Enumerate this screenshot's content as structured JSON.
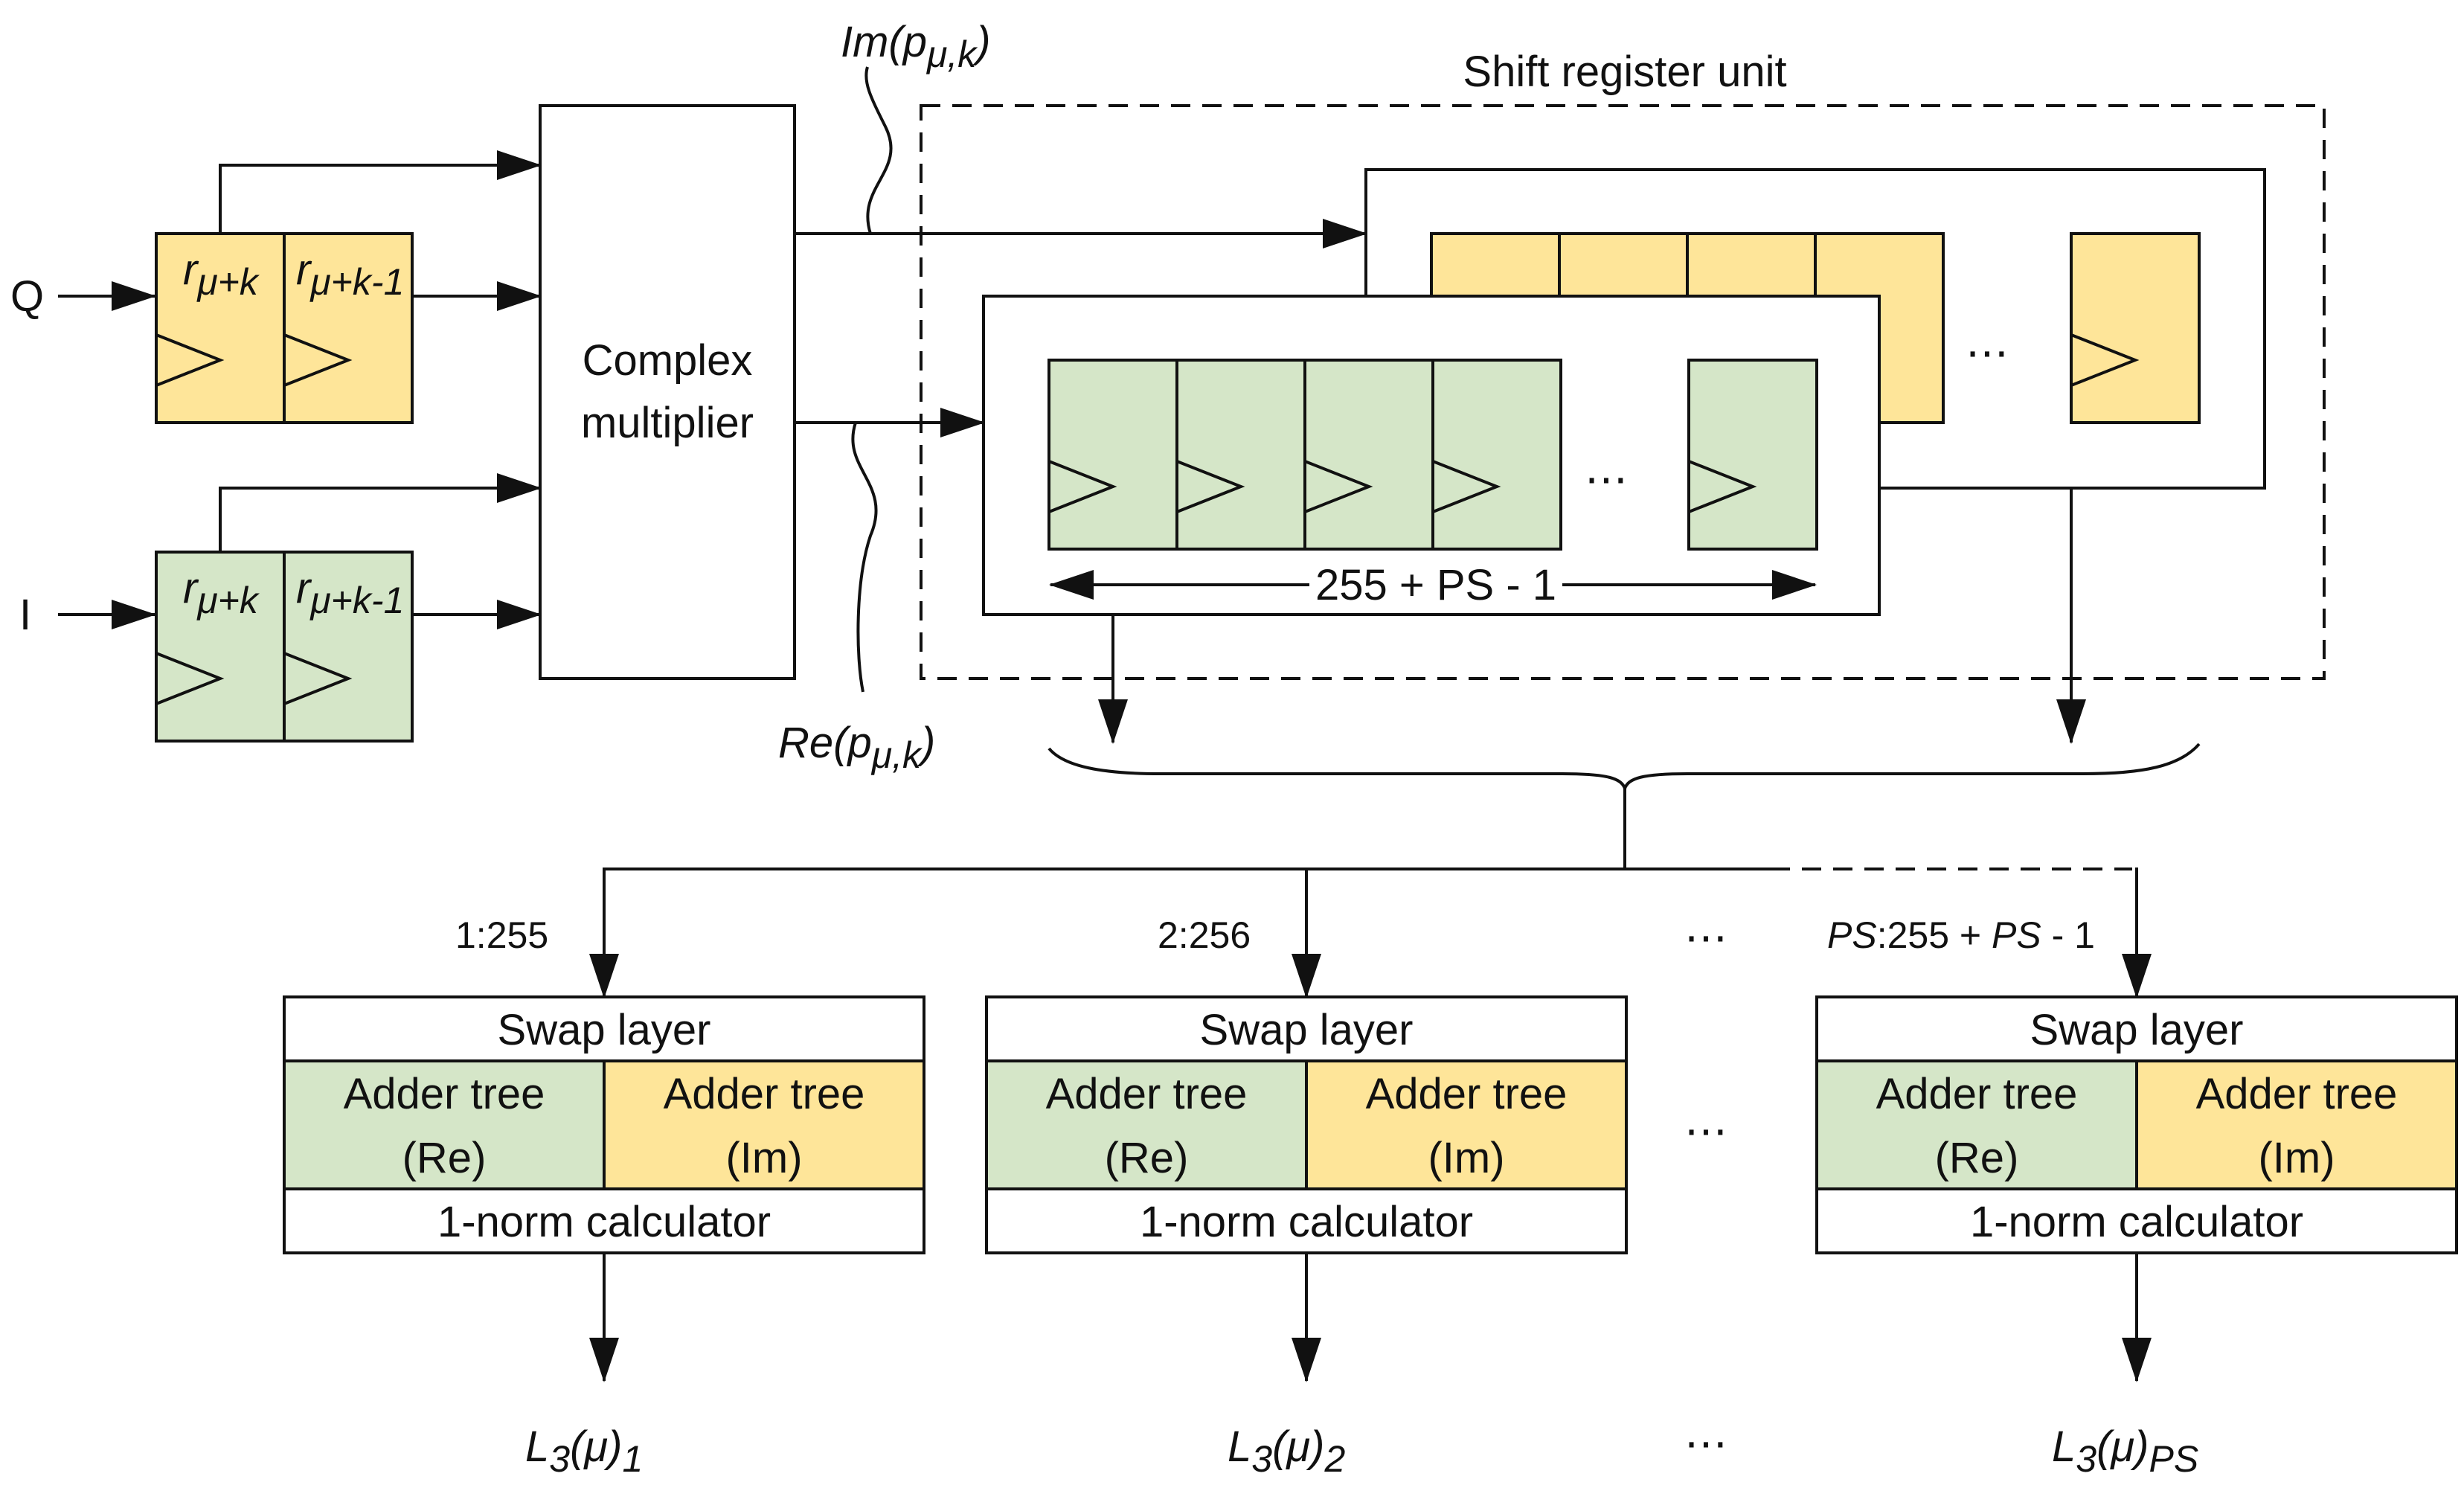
{
  "inputs": {
    "q": "Q",
    "i": "I"
  },
  "registers": {
    "r_main": "r",
    "sub_mu_k": "μ+k",
    "sub_mu_k_1": "μ+k-1"
  },
  "multiplier": {
    "line1": "Complex",
    "line2": "multiplier"
  },
  "signals": {
    "im_prefix": "Im(p",
    "im_sub": "μ,k",
    "im_suffix": ")",
    "re_prefix": "Re(p",
    "re_sub": "μ,k",
    "re_suffix": ")"
  },
  "shift_register": {
    "title": "Shift register unit",
    "length_label": "255 + PS - 1",
    "ellipsis": "⋯"
  },
  "branches": [
    {
      "range_html": "1:255",
      "range_plain": "1:255"
    },
    {
      "range_html": "2:256",
      "range_plain": "2:256"
    },
    {
      "range_ps": "PS",
      "range_mid": ":255 + ",
      "range_ps2": "PS",
      "range_end": " - 1"
    }
  ],
  "blocks": {
    "swap": "Swap layer",
    "adder_re_1": "Adder tree",
    "adder_re_2": "(Re)",
    "adder_im_1": "Adder tree",
    "adder_im_2": "(Im)",
    "norm": "1-norm calculator"
  },
  "outputs": [
    {
      "main": "L",
      "sub": "3",
      "mid": "(μ)",
      "idx": "1"
    },
    {
      "main": "L",
      "sub": "3",
      "mid": "(μ)",
      "idx": "2"
    },
    {
      "main": "L",
      "sub": "3",
      "mid": "(μ)",
      "idx": "PS"
    }
  ],
  "ellipsis": "⋯",
  "colors": {
    "yellow": "#fee599",
    "green": "#d5e6c8",
    "line": "#111111"
  }
}
